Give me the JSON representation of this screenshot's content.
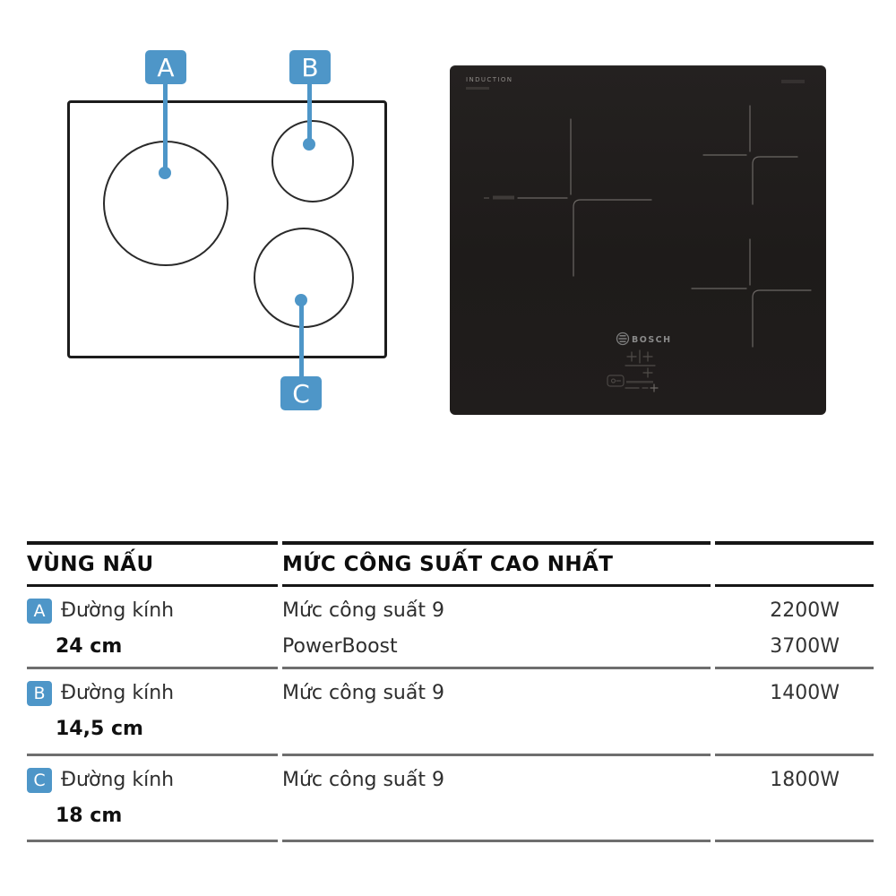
{
  "diagram": {
    "labels": [
      {
        "letter": "A"
      },
      {
        "letter": "B"
      },
      {
        "letter": "C"
      }
    ]
  },
  "cooktop": {
    "surface_label": "INDUCTION",
    "brand": "BOSCH"
  },
  "table": {
    "headers": [
      "VÙNG NẤU",
      "MỨC CÔNG SUẤT CAO NHẤT"
    ],
    "rows": [
      {
        "zone": "A",
        "name": "Đường kính",
        "size": "24 cm",
        "levels": [
          "Mức công suất 9",
          "PowerBoost"
        ],
        "powers": [
          "2200W",
          "3700W"
        ]
      },
      {
        "zone": "B",
        "name": "Đường kính",
        "size": "14,5 cm",
        "levels": [
          "Mức công suất 9"
        ],
        "powers": [
          "1400W"
        ]
      },
      {
        "zone": "C",
        "name": "Đường kính",
        "size": "18 cm",
        "levels": [
          "Mức công suất 9"
        ],
        "powers": [
          "1800W"
        ]
      }
    ]
  },
  "colors": {
    "accent_blue": "#4e96c8",
    "cooktop_black": "#201d1c",
    "marking_gray": "#6b6764",
    "table_rule_dark": "#161616",
    "table_rule_gray": "#6e6e6e"
  }
}
